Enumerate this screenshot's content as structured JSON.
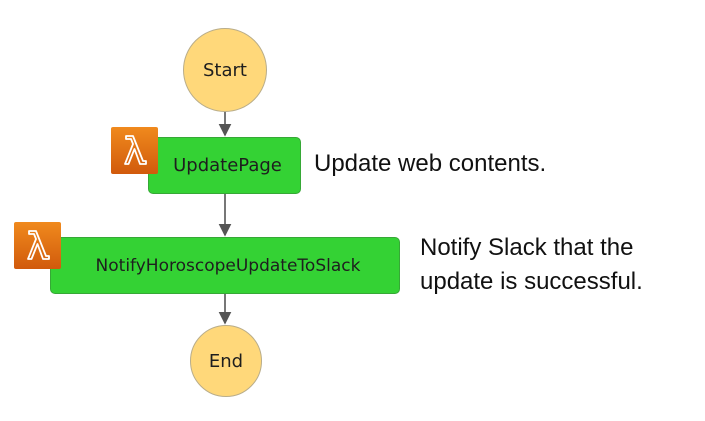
{
  "diagram": {
    "start_label": "Start",
    "end_label": "End",
    "tasks": [
      {
        "label": "UpdatePage",
        "note": "Update web contents.",
        "icon": "lambda-icon"
      },
      {
        "label": "NotifyHoroscopeUpdateToSlack",
        "note_line1": "Notify Slack that the",
        "note_line2": "update is successful.",
        "icon": "lambda-icon"
      }
    ],
    "colors": {
      "terminal_fill": "#ffd87a",
      "task_fill": "#34d234",
      "lambda_orange": "#e8731a",
      "connector": "#555555"
    }
  }
}
